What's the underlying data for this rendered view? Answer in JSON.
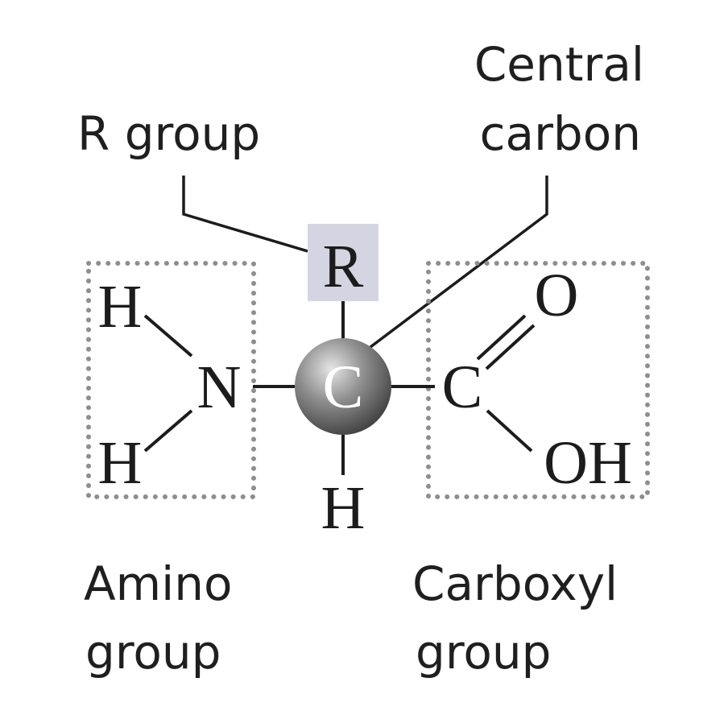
{
  "labels": {
    "r_group": "R group",
    "central_carbon_line1": "Central",
    "central_carbon_line2": "carbon",
    "amino_line1": "Amino",
    "amino_line2": "group",
    "carboxyl_line1": "Carboxyl",
    "carboxyl_line2": "group"
  },
  "atoms": {
    "r": "R",
    "h_top_left": "H",
    "h_bottom_left": "H",
    "n": "N",
    "central_c": "C",
    "h_bottom": "H",
    "carboxyl_c": "C",
    "o": "O",
    "oh": "OH"
  },
  "colors": {
    "r_box": "#d4d4e2",
    "dotted_box": "#8e8e8e",
    "sphere_highlight": "#e6e6e6",
    "sphere_shadow": "#3a3a3a"
  }
}
